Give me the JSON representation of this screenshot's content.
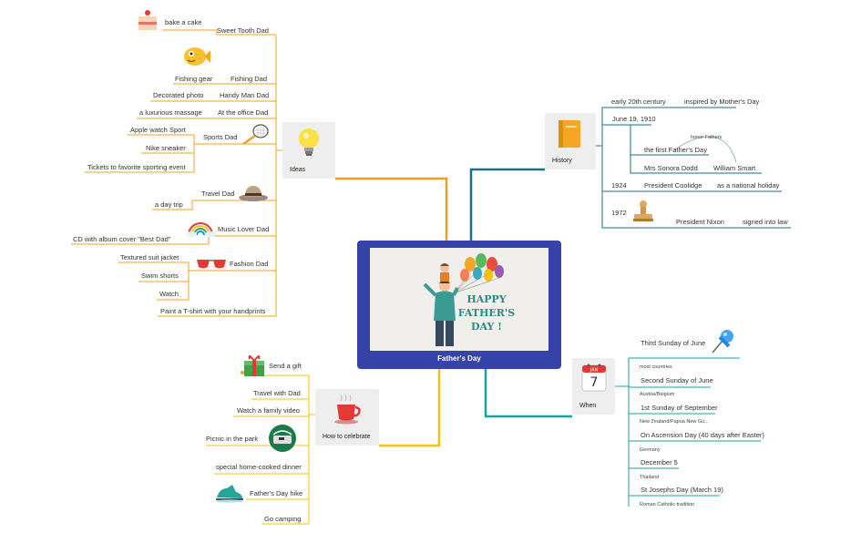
{
  "central": {
    "title": "Father's Day",
    "image_text": [
      "HAPPY",
      "FATHER'S",
      "DAY !"
    ]
  },
  "ideas": {
    "label": "Ideas",
    "icon": "lightbulb-icon",
    "items": [
      {
        "label": "Sweet Tooth Dad",
        "children": [
          "bake a cake"
        ],
        "icon": "cake-icon"
      },
      {
        "label": "Fishing Dad",
        "children": [
          "Fishing gear"
        ],
        "icon": "fish-icon"
      },
      {
        "label": "Handy Man Dad",
        "children": [
          "Decorated photo"
        ]
      },
      {
        "label": "At the office Dad",
        "children": [
          "a luxurious massage"
        ]
      },
      {
        "label": "Sports Dad",
        "children": [
          "Apple watch Sport",
          "Nike sneaker",
          "Tickets to favorite sporting event"
        ],
        "icon": "racket-icon"
      },
      {
        "label": "Travel Dad",
        "children": [
          "a day trip"
        ],
        "icon": "hat-icon"
      },
      {
        "label": "Music Lover Dad",
        "children": [
          "CD with album cover \"Best Dad\""
        ],
        "icon": "rainbow-icon"
      },
      {
        "label": "Fashion Dad",
        "children": [
          "Textured suit jacket",
          "Swim shorts",
          "Watch",
          "Paint a T-shirt with your handprints"
        ],
        "icon": "sunglasses-icon"
      }
    ]
  },
  "history": {
    "label": "History",
    "icon": "book-icon",
    "items": [
      {
        "label": "early 20th century",
        "children": [
          "inspired by Mother's Day"
        ]
      },
      {
        "label": "June 19, 1910",
        "children": [
          "the first Father's Day",
          "Mrs Sonora Dodd",
          "William Smart"
        ],
        "note": "honor Fathers"
      },
      {
        "label": "1924",
        "children": [
          "President Coolidge",
          "as a national holiday"
        ]
      },
      {
        "label": "1972",
        "children": [
          "President Nixon",
          "signed into law"
        ],
        "icon": "stamp-icon"
      }
    ]
  },
  "when": {
    "label": "When",
    "icon": "calendar-icon",
    "calendar": {
      "month": "JAN",
      "day": "7"
    },
    "items": [
      {
        "label": "Third Sunday of June",
        "note": "most countries",
        "icon": "pushpin-icon"
      },
      {
        "label": "Second Sunday of June",
        "note": "Austria/Belgium"
      },
      {
        "label": "1st Sunday of September",
        "note": "New Zealand/Papua New Gu..."
      },
      {
        "label": "On Ascension Day (40 days after Easter)",
        "note": "Germany"
      },
      {
        "label": "December 5",
        "note": "Thailand"
      },
      {
        "label": "St Josephs Day (March 19)",
        "note": "Roman Catholic tradition"
      }
    ]
  },
  "celebrate": {
    "label": "How to celebrate",
    "icon": "coffee-cup-icon",
    "items": [
      {
        "label": "Send a gift",
        "icon": "gift-icon"
      },
      {
        "label": "Travel with Dad"
      },
      {
        "label": "Watch a family video"
      },
      {
        "label": "Picnic in the park",
        "icon": "picnic-basket-icon"
      },
      {
        "label": "special home-cooked dinner"
      },
      {
        "label": "Father's Day hike",
        "icon": "hiking-shoe-icon"
      },
      {
        "label": "Go camping"
      }
    ]
  },
  "colors": {
    "ideas": "#f0a020",
    "history": "#1c6f8c",
    "when": "#1aa39a",
    "celebrate": "#f4c20d",
    "central": "#3643a8"
  }
}
